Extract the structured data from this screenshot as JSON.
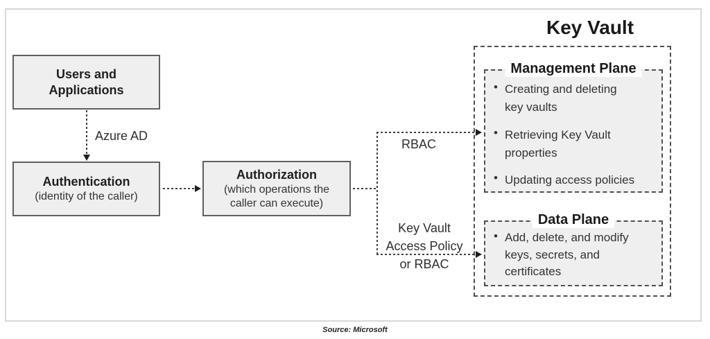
{
  "nodes": {
    "users": {
      "title": "Users and\nApplications"
    },
    "authentication": {
      "title": "Authentication",
      "subtitle": "(identity of the caller)"
    },
    "authorization": {
      "title": "Authorization",
      "subtitle": "(which operations the\ncaller can execute)"
    }
  },
  "labels": {
    "azure_ad": "Azure AD",
    "rbac": "RBAC",
    "kv_access_policy": "Key Vault\nAccess Policy\nor RBAC"
  },
  "key_vault": {
    "title": "Key Vault",
    "management_plane": {
      "title": "Management Plane",
      "bullets": [
        "Creating and deleting\nkey vaults",
        "Retrieving Key Vault\nproperties",
        "Updating access policies"
      ]
    },
    "data_plane": {
      "title": "Data Plane",
      "bullets": [
        "Add, delete, and modify\nkeys, secrets, and\ncertificates"
      ]
    }
  },
  "source": "Source: Microsoft"
}
